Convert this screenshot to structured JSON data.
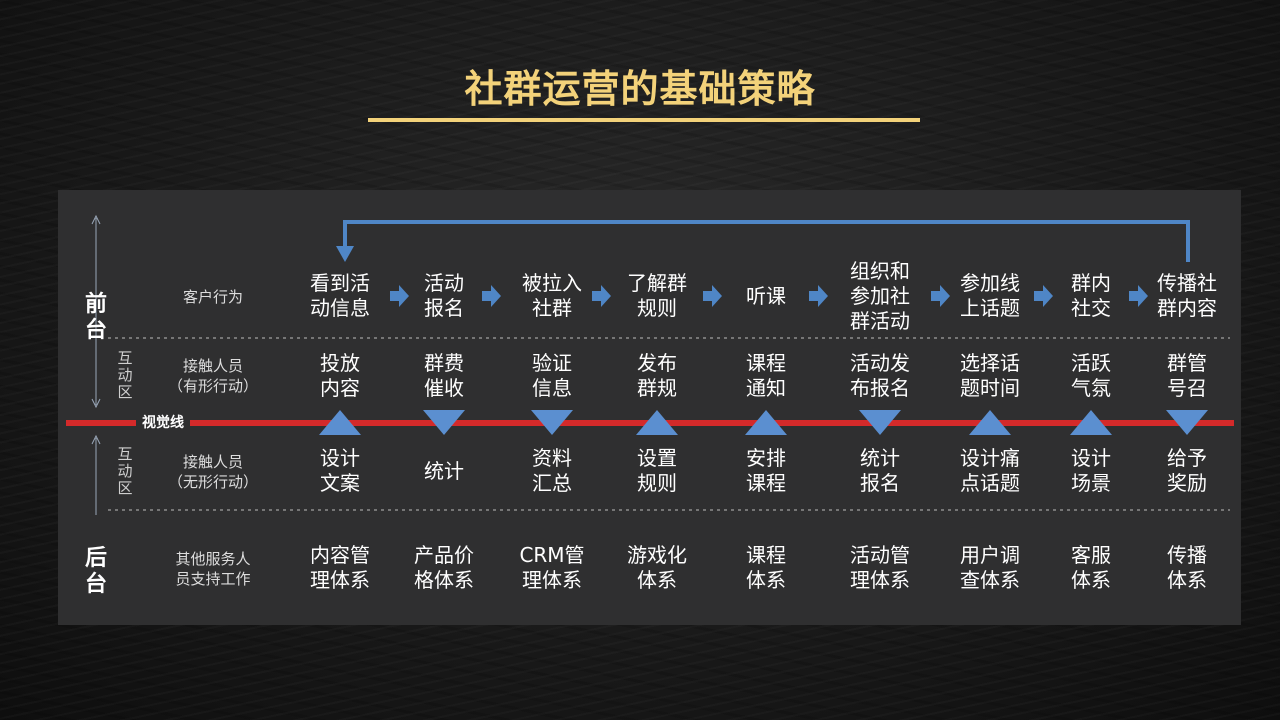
{
  "title": "社群运营的基础策略",
  "sections": {
    "front": "前台",
    "back": "后台"
  },
  "side_labels": {
    "interaction_top": "互动区",
    "interaction_bottom": "互动区"
  },
  "vision_line": "视觉线",
  "row_labels": {
    "customer_line1": "客户行为",
    "visible_line1": "接触人员",
    "visible_line2": "（有形行动）",
    "invisible_line1": "接触人员",
    "invisible_line2": "（无形行动）",
    "support_line1": "其他服务人",
    "support_line2": "员支持工作"
  },
  "customer_behavior": [
    [
      "看到活",
      "动信息"
    ],
    [
      "活动",
      "报名"
    ],
    [
      "被拉入",
      "社群"
    ],
    [
      "了解群",
      "规则"
    ],
    [
      "听课"
    ],
    [
      "组织和",
      "参加社",
      "群活动"
    ],
    [
      "参加线",
      "上话题"
    ],
    [
      "群内",
      "社交"
    ],
    [
      "传播社",
      "群内容"
    ]
  ],
  "visible_actions": [
    [
      "投放",
      "内容"
    ],
    [
      "群费",
      "催收"
    ],
    [
      "验证",
      "信息"
    ],
    [
      "发布",
      "群规"
    ],
    [
      "课程",
      "通知"
    ],
    [
      "活动发",
      "布报名"
    ],
    [
      "选择话",
      "题时间"
    ],
    [
      "活跃",
      "气氛"
    ],
    [
      "群管",
      "号召"
    ]
  ],
  "invisible_actions": [
    [
      "设计",
      "文案"
    ],
    [
      "统计"
    ],
    [
      "资料",
      "汇总"
    ],
    [
      "设置",
      "规则"
    ],
    [
      "安排",
      "课程"
    ],
    [
      "统计",
      "报名"
    ],
    [
      "设计痛",
      "点话题"
    ],
    [
      "设计",
      "场景"
    ],
    [
      "给予",
      "奖励"
    ]
  ],
  "support_systems": [
    [
      "内容管",
      "理体系"
    ],
    [
      "产品价",
      "格体系"
    ],
    [
      "CRM管",
      "理体系"
    ],
    [
      "游戏化",
      "体系"
    ],
    [
      "课程",
      "体系"
    ],
    [
      "活动管",
      "理体系"
    ],
    [
      "用户调",
      "查体系"
    ],
    [
      "客服",
      "体系"
    ],
    [
      "传播",
      "体系"
    ]
  ],
  "triangle_directions": [
    "up",
    "down",
    "down",
    "up",
    "up",
    "down",
    "up",
    "up",
    "down"
  ],
  "colors": {
    "title": "#f3d27a",
    "panel": "#2f2f30",
    "red_line": "#d42a2a",
    "arrow_blue": "#4f86c6",
    "triangle_blue": "#5b8fd0"
  }
}
